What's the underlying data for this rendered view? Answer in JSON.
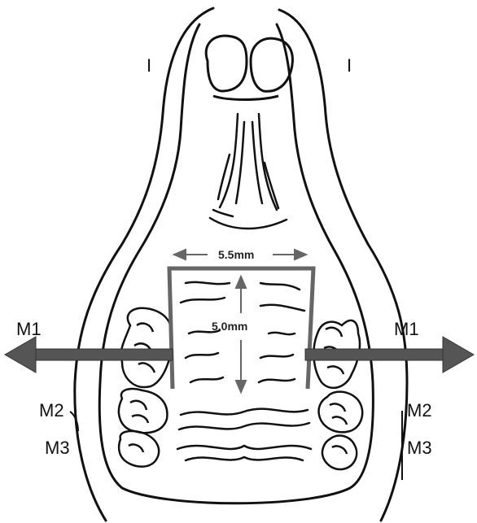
{
  "labels": {
    "incisor_left": "I",
    "incisor_right": "I",
    "m1_left": "M1",
    "m1_right": "M1",
    "m2_left": "M2",
    "m2_right": "M2",
    "m3_left": "M3",
    "m3_right": "M3",
    "width_dim": "5.5mm",
    "height_dim": "5.0mm"
  },
  "colors": {
    "ink": "#111111",
    "dimension_gray": "#666666",
    "background": "#ffffff"
  }
}
